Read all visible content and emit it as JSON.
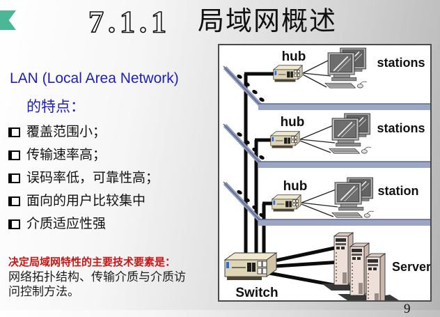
{
  "slide": {
    "title": {
      "number": "7.1.1",
      "text": "局域网概述"
    },
    "page_number": "9",
    "accent_color": "#4cb795"
  },
  "content": {
    "heading_line1": "LAN (Local Area Network)",
    "heading_line2": "的特点：",
    "heading_color": "#1e1ec0",
    "bullets": [
      "覆盖范围小；",
      "传输速率高；",
      "误码率低，可靠性高；",
      "面向的用户比较集中",
      "介质适应性强"
    ],
    "note": {
      "lead": "决定局域网特性的主要技术要素是：",
      "body": "网络拓扑结构、传输介质与介质访问控制方法。",
      "lead_color": "#c81616"
    }
  },
  "diagram": {
    "labels": {
      "hub1": "hub",
      "hub2": "hub",
      "hub3": "hub",
      "stations1": "stations",
      "stations2": "stations",
      "station3": "station",
      "switch": "Switch",
      "server": "Server"
    },
    "floor_color": "#9aa6c2"
  }
}
